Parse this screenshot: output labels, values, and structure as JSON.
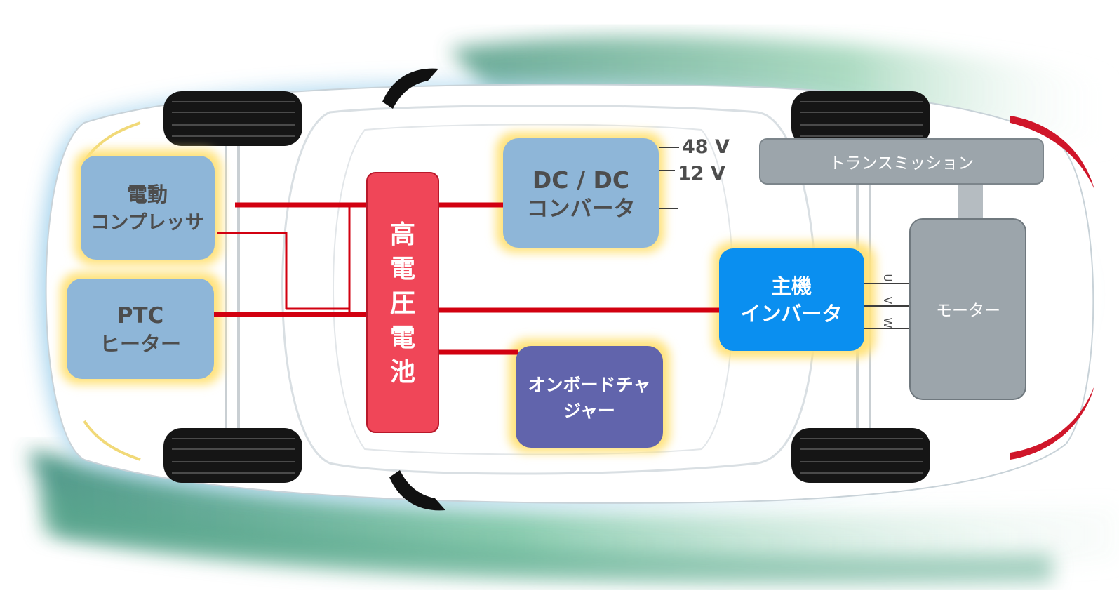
{
  "diagram": {
    "components": {
      "compressor": {
        "line1": "電動",
        "line2": "コンプレッサ"
      },
      "ptc": {
        "line1": "PTC",
        "line2": "ヒーター"
      },
      "battery": {
        "chars": [
          "高",
          "電",
          "圧",
          "電",
          "池"
        ]
      },
      "dcdc": {
        "line1": "DC / DC",
        "line2": "コンバータ"
      },
      "charger": {
        "line1": "オンボードチャ",
        "line2": "ジャー"
      },
      "inverter": {
        "line1": "主機",
        "line2": "インバータ"
      },
      "transmission": {
        "label": "トランスミッション"
      },
      "motor": {
        "label": "モーター"
      }
    },
    "voltages": {
      "v48": "48 V",
      "v12": "12 V"
    },
    "phases": {
      "u": "U",
      "v": "V",
      "w": "W"
    }
  },
  "colors": {
    "hv_line": "#d20010",
    "battery_fill": "#f04658",
    "block_fill": "#8eb6d8",
    "inverter_fill": "#0a8ff0",
    "charger_fill": "#6164ac",
    "gray_block": "#9ca5ab",
    "glow": "#ffe27a"
  }
}
